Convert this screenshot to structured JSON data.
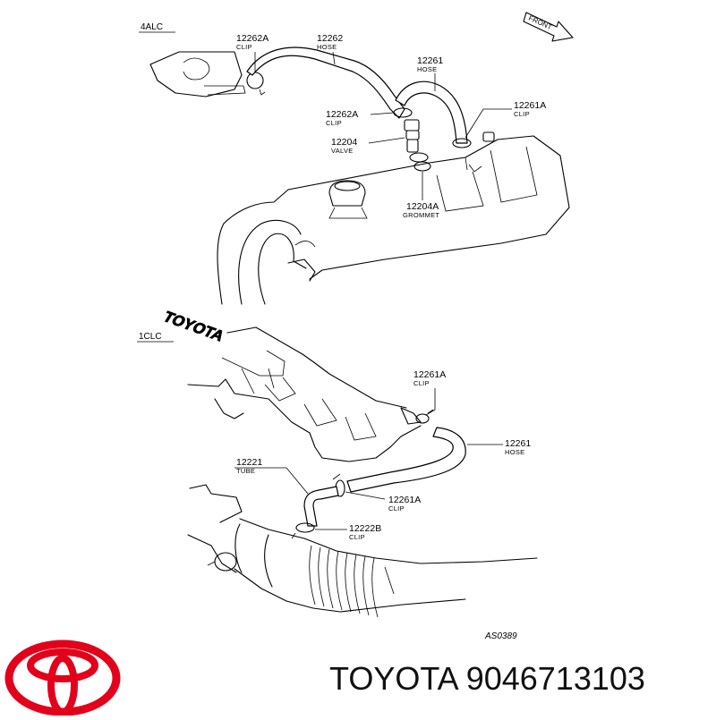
{
  "top_section": {
    "code": "4ALC",
    "callouts": [
      {
        "part": "12262A",
        "desc": "CLIP"
      },
      {
        "part": "12262",
        "desc": "HOSE"
      },
      {
        "part": "12261",
        "desc": "HOSE"
      },
      {
        "part": "12262A",
        "desc": "CLIP"
      },
      {
        "part": "12261A",
        "desc": "CLIP"
      },
      {
        "part": "12204",
        "desc": "VALVE"
      },
      {
        "part": "12204A",
        "desc": "GROMMET"
      }
    ],
    "front_label": "FRONT"
  },
  "bottom_section": {
    "code": "1CLC",
    "engraving": "TOYOTA",
    "callouts": [
      {
        "part": "12261A",
        "desc": "CLIP"
      },
      {
        "part": "12261",
        "desc": "HOSE"
      },
      {
        "part": "12221",
        "desc": "TUBE"
      },
      {
        "part": "12261A",
        "desc": "CLIP"
      },
      {
        "part": "12222B",
        "desc": "CLIP"
      }
    ]
  },
  "diagram_ref": "AS0389",
  "brand_text": "TOYOTA 9046713103",
  "colors": {
    "logo": "#e3001b",
    "ink": "#000000"
  }
}
